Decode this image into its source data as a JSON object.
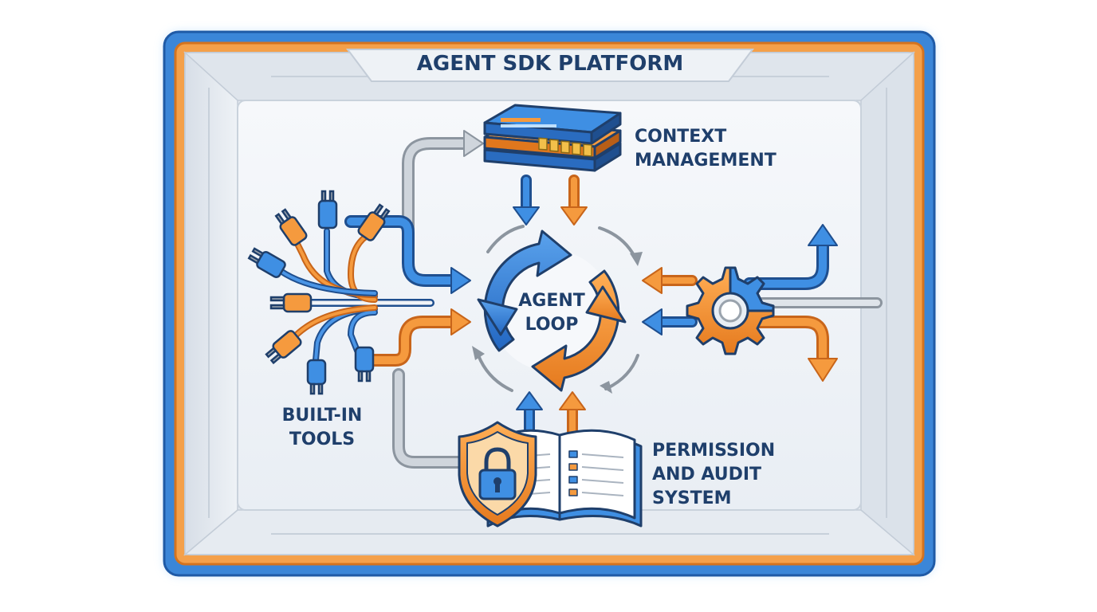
{
  "title": "AGENT SDK PLATFORM",
  "nodes": {
    "center": {
      "line1": "AGENT",
      "line2": "LOOP"
    },
    "context": {
      "line1": "CONTEXT",
      "line2": "MANAGEMENT"
    },
    "tools": {
      "line1": "BUILT-IN",
      "line2": "TOOLS"
    },
    "permission": {
      "line1": "PERMISSION",
      "line2": "AND AUDIT",
      "line3": "SYSTEM"
    }
  },
  "colors": {
    "blue": "#2f7fd6",
    "blue_dark": "#1f4f8f",
    "orange": "#f08a2c",
    "orange_dark": "#c8651a",
    "gray": "#9aa3ad",
    "navy_text": "#1f3f6b"
  },
  "icons": [
    "memory-card-stack-icon",
    "plug-bundle-icon",
    "gear-icon",
    "shield-lock-icon",
    "open-book-icon",
    "cycle-arrows-icon"
  ]
}
